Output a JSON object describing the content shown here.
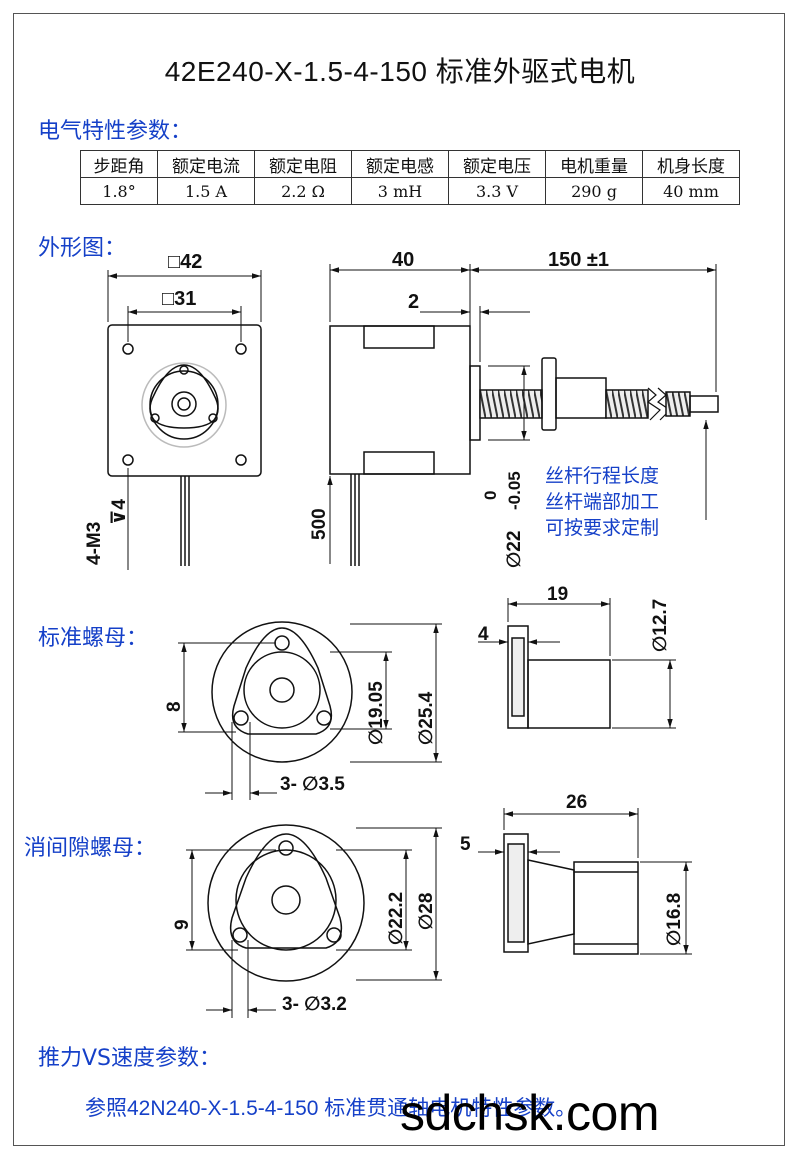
{
  "title": "42E240-X-1.5-4-150 标准外驱式电机",
  "sections": {
    "electrical": "电气特性参数：",
    "outline": "外形图：",
    "std_nut": "标准螺母：",
    "anti_backlash_nut": "消间隙螺母：",
    "thrust_speed": "推力VS速度参数："
  },
  "spec_table": {
    "headers": [
      "步距角",
      "额定电流",
      "额定电阻",
      "额定电感",
      "额定电压",
      "电机重量",
      "机身长度"
    ],
    "values": [
      "1.8°",
      "1.5 A",
      "2.2 Ω",
      "3 mH",
      "3.3 V",
      "290 g",
      "40 mm"
    ]
  },
  "outline_dims": {
    "sq42": "□42",
    "sq31": "□31",
    "hole": "4-M3",
    "depth": "⊽4",
    "len40": "40",
    "len2": "2",
    "len150": "150 ±1",
    "lead500": "500",
    "tol": "0",
    "tol2": "-0.05",
    "dia22": "∅22"
  },
  "screw_note": [
    "丝杆行程长度",
    "丝杆端部加工",
    "可按要求定制"
  ],
  "std_nut_dims": {
    "h8": "8",
    "d1905": "∅19.05",
    "d254": "∅25.4",
    "holes": "3- ∅3.5",
    "l19": "19",
    "l4": "4",
    "d127": "∅12.7"
  },
  "ab_nut_dims": {
    "h9": "9",
    "d222": "∅22.2",
    "d28": "∅28",
    "holes": "3- ∅3.2",
    "l26": "26",
    "l5": "5",
    "d168": "∅16.8"
  },
  "footer": "参照42N240-X-1.5-4-150 标准贯通轴电机特性参数。",
  "watermark": "sdchsk.com",
  "colors": {
    "accent": "#1540c8",
    "line": "#111111"
  }
}
